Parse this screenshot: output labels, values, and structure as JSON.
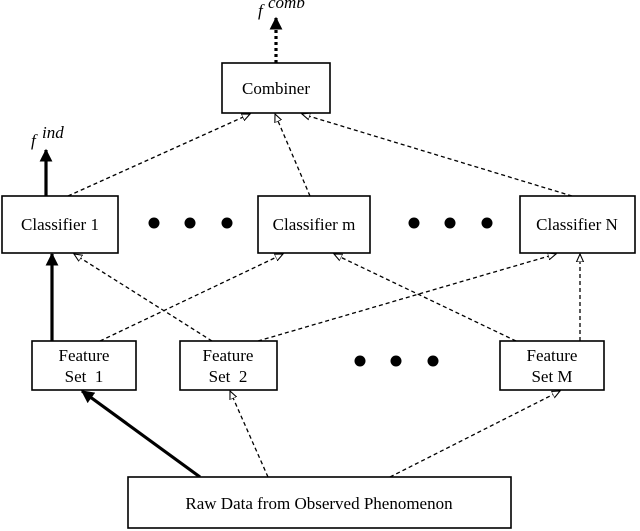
{
  "labels": {
    "f_comb": "f",
    "comb_sup": "comb",
    "f_ind": "f",
    "ind_sup": "ind",
    "combiner": "Combiner",
    "classifier_1": "Classifier 1",
    "classifier_m": "Classifier m",
    "classifier_n": "Classifier N",
    "feature_set_1": {
      "line1": "Feature",
      "line2": "Set  1"
    },
    "feature_set_2": {
      "line1": "Feature",
      "line2": "Set  2"
    },
    "feature_set_m": {
      "line1": "Feature",
      "line2": "Set M"
    },
    "raw_data": "Raw Data from Observed Phenomenon"
  }
}
